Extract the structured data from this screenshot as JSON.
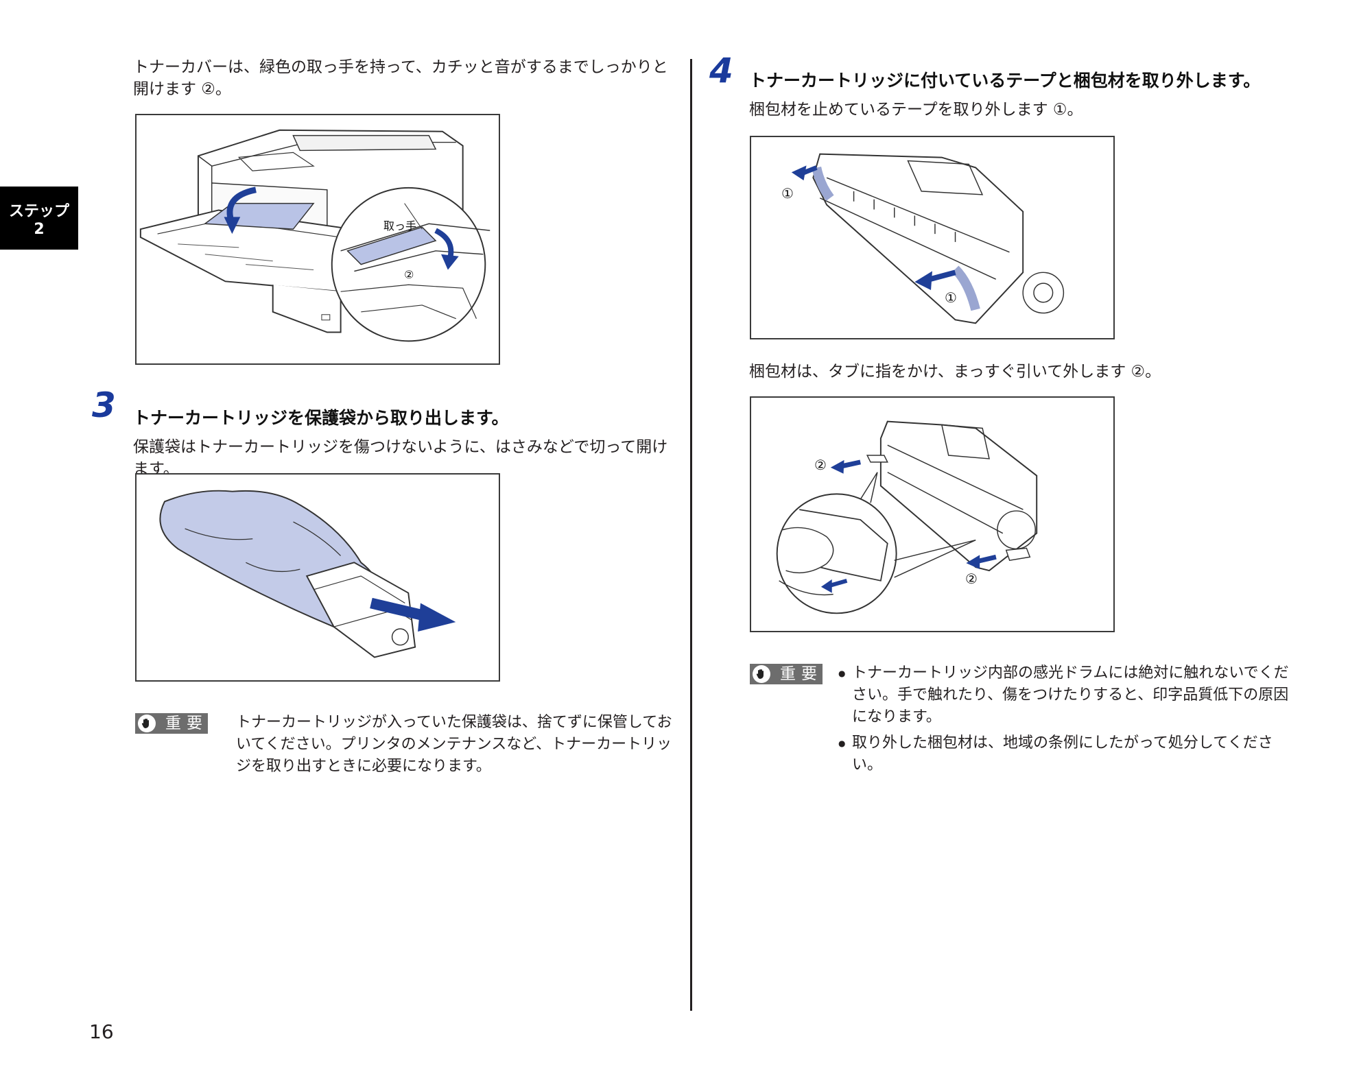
{
  "side_tab": {
    "line1": "ステップ",
    "line2": "2"
  },
  "left": {
    "intro_text": "トナーカバーは、緑色の取っ手を持って、カチッと音がするまでしっかりと開けます ②。",
    "figure1": {
      "handle_label": "取っ手",
      "marker": "②"
    },
    "step3": {
      "number": "3",
      "heading": "トナーカートリッジを保護袋から取り出します。",
      "body": "保護袋はトナーカートリッジを傷つけないように、はさみなどで切って開けます。"
    },
    "important": {
      "badge": "重要",
      "text": "トナーカートリッジが入っていた保護袋は、捨てずに保管しておいてください。プリンタのメンテナンスなど、トナーカートリッジを取り出すときに必要になります。"
    }
  },
  "right": {
    "step4": {
      "number": "4",
      "heading": "トナーカートリッジに付いているテープと梱包材を取り外します。",
      "body1": "梱包材を止めているテープを取り外します ①。",
      "figure3": {
        "marker_a": "①",
        "marker_b": "①"
      },
      "body2": "梱包材は、タブに指をかけ、まっすぐ引いて外します ②。",
      "figure4": {
        "marker_a": "②",
        "marker_b": "②"
      }
    },
    "important": {
      "badge": "重要",
      "items": [
        "トナーカートリッジ内部の感光ドラムには絶対に触れないでください。手で触れたり、傷をつけたりすると、印字品質低下の原因になります。",
        "取り外した梱包材は、地域の条例にしたがって処分してください。"
      ]
    }
  },
  "page_number": "16",
  "colors": {
    "accent_blue": "#1a3a9c",
    "bag_fill": "#c3cbe8",
    "arrow_blue": "#1f3f98",
    "badge_gray": "#6d6d6d"
  },
  "icons": {
    "important": "hand-stop-icon"
  }
}
